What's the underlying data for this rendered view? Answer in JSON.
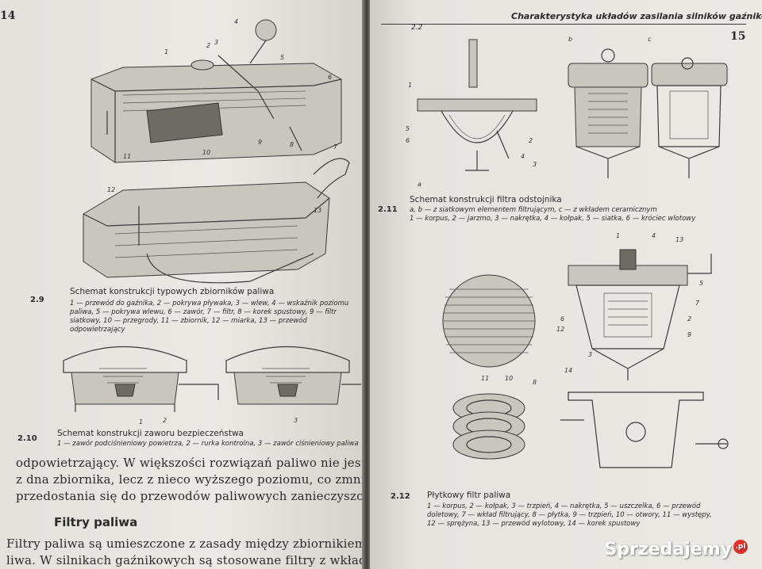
{
  "left_page": {
    "page_number": "14",
    "figures": [
      {
        "number": "2.9",
        "title": "Schemat konstrukcji typowych zbiorników paliwa",
        "legend_lines": [
          "1 — przewód do gaźnika, 2 — pokrywa pływaka, 3 — wlew, 4 — wskaźnik poziomu",
          "paliwa, 5 — pokrywa wlewu, 6 — zawór, 7 — filtr, 8 — korek spustowy, 9 — filtr",
          "siatkowy, 10 — przegrody, 11 — zbiornik, 12 — miarka, 13 — przewód odpowietrzający"
        ],
        "labels": [
          "1",
          "2",
          "3",
          "4",
          "5",
          "6",
          "7",
          "8",
          "9",
          "10",
          "11",
          "12",
          "13"
        ]
      },
      {
        "number": "2.10",
        "title": "Schemat konstrukcji zaworu bezpieczeństwa",
        "legend_lines": [
          "1 — zawór podciśnieniowy powietrza, 2 — rurka kontrolna, 3 — zawór ciśnieniowy paliwa"
        ],
        "labels": [
          "1",
          "2",
          "3"
        ]
      }
    ],
    "body_lines": [
      "odpowietrzający. W większości rozwiązań paliwo nie jest pobierane",
      "z dna zbiornika, lecz z nieco wyższego poziomu, co zmniejsza możliwość",
      "przedostania się do przewodów paliwowych zanieczyszczeń oraz wody."
    ],
    "heading": "Filtry paliwa",
    "body_lines_2": [
      "Filtry paliwa są umieszczone z zasady między zbiornikiem a pompą pa-",
      "liwa. W silnikach gaźnikowych są stosowane filtry z wkładem siatko-"
    ]
  },
  "right_page": {
    "page_number": "15",
    "running_head": "Charakterystyka układów zasilania silników gaźnikowych",
    "section_ref": "2.2",
    "figures": [
      {
        "number": "2.11",
        "title": "Schemat konstrukcji filtra odstojnika",
        "legend_lines": [
          "a, b — z siatkowym elementem filtrującym, c — z wkładem ceramicznym",
          "1 — korpus, 2 — jarzmo, 3 — nakrętka, 4 — kołpak, 5 — siatka, 6 — króciec wlotowy"
        ],
        "panel_labels": [
          "a",
          "b",
          "c"
        ],
        "labels": [
          "1",
          "2",
          "3",
          "4",
          "5",
          "6"
        ]
      },
      {
        "number": "2.12",
        "title": "Płytkowy filtr paliwa",
        "legend_lines": [
          "1 — korpus, 2 — kołpak, 3 — trzpień, 4 — nakrętka, 5 — uszczelka, 6 — przewód",
          "doletowy, 7 — wkład filtrujący, 8 — płytka, 9 — trzpień, 10 — otwory, 11 — występy,",
          "12 — sprężyna, 13 — przewód wylotowy, 14 — korek spustowy"
        ],
        "labels": [
          "1",
          "2",
          "3",
          "4",
          "5",
          "6",
          "7",
          "8",
          "9",
          "10",
          "11",
          "12",
          "13",
          "14"
        ]
      }
    ]
  },
  "watermark": {
    "text": "Sprzedajemy",
    "badge": ".pl"
  },
  "colors": {
    "paper": "#e8e6e1",
    "ink": "#2b2b2b",
    "watermark_badge": "#e0322c"
  }
}
